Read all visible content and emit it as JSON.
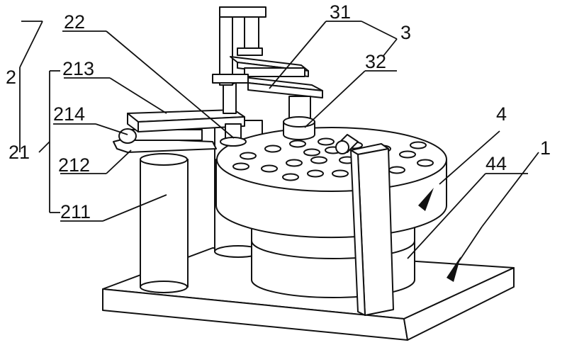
{
  "diagram": {
    "labels": {
      "l1": "1",
      "l2": "2",
      "l3": "3",
      "l4": "4",
      "l21": "21",
      "l22": "22",
      "l31": "31",
      "l32": "32",
      "l44": "44",
      "l211": "211",
      "l212": "212",
      "l213": "213",
      "l214": "214"
    }
  }
}
